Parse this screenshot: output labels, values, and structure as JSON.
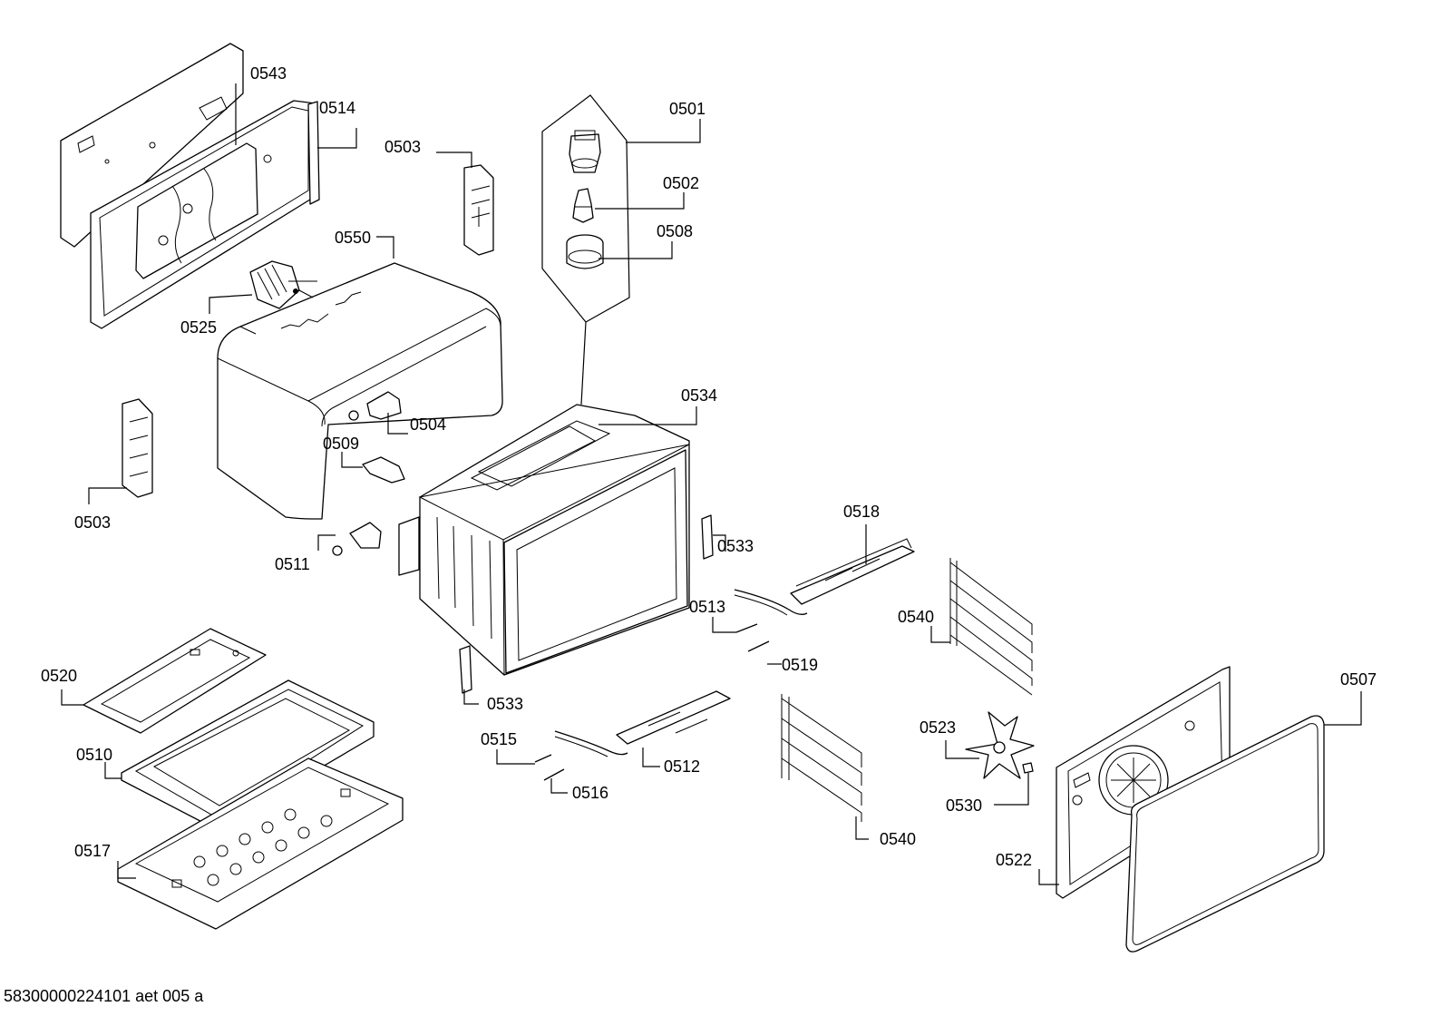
{
  "document_id": "58300000224101 aet 005 a",
  "parts": {
    "p0543": "0543",
    "p0514": "0514",
    "p0503a": "0503",
    "p0501": "0501",
    "p0502": "0502",
    "p0508": "0508",
    "p0550": "0550",
    "p0525": "0525",
    "p0534": "0534",
    "p0504": "0504",
    "p0509": "0509",
    "p0503b": "0503",
    "p0511": "0511",
    "p0518": "0518",
    "p0533a": "0533",
    "p0513": "0513",
    "p0540a": "0540",
    "p0519": "0519",
    "p0520": "0520",
    "p0533b": "0533",
    "p0507": "0507",
    "p0510": "0510",
    "p0515": "0515",
    "p0523": "0523",
    "p0512": "0512",
    "p0516": "0516",
    "p0530": "0530",
    "p0540b": "0540",
    "p0517": "0517",
    "p0522": "0522"
  }
}
